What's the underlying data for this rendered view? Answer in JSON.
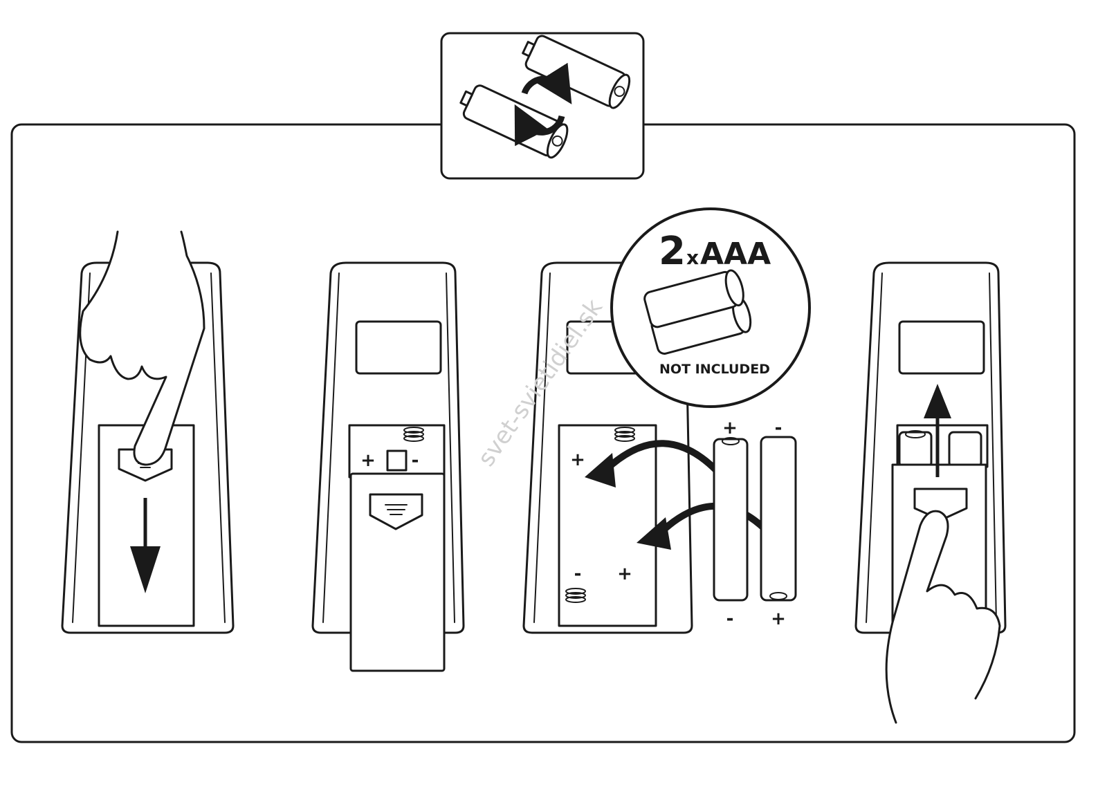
{
  "header_icon": {
    "name": "battery-replace-icon"
  },
  "badge": {
    "quantity": "2",
    "multiplier": "x",
    "type": "AAA",
    "note": "NOT INCLUDED"
  },
  "polarity": {
    "plus": "+",
    "minus": "-"
  },
  "watermark": "svet-svietidiel.sk",
  "steps": [
    {
      "name": "press-and-slide-cover",
      "arrow": "down"
    },
    {
      "name": "cover-removed"
    },
    {
      "name": "insert-batteries"
    },
    {
      "name": "close-cover",
      "arrow": "up"
    }
  ],
  "colors": {
    "line": "#1a1a1a",
    "background": "#ffffff",
    "watermark": "#d0d0d0"
  }
}
